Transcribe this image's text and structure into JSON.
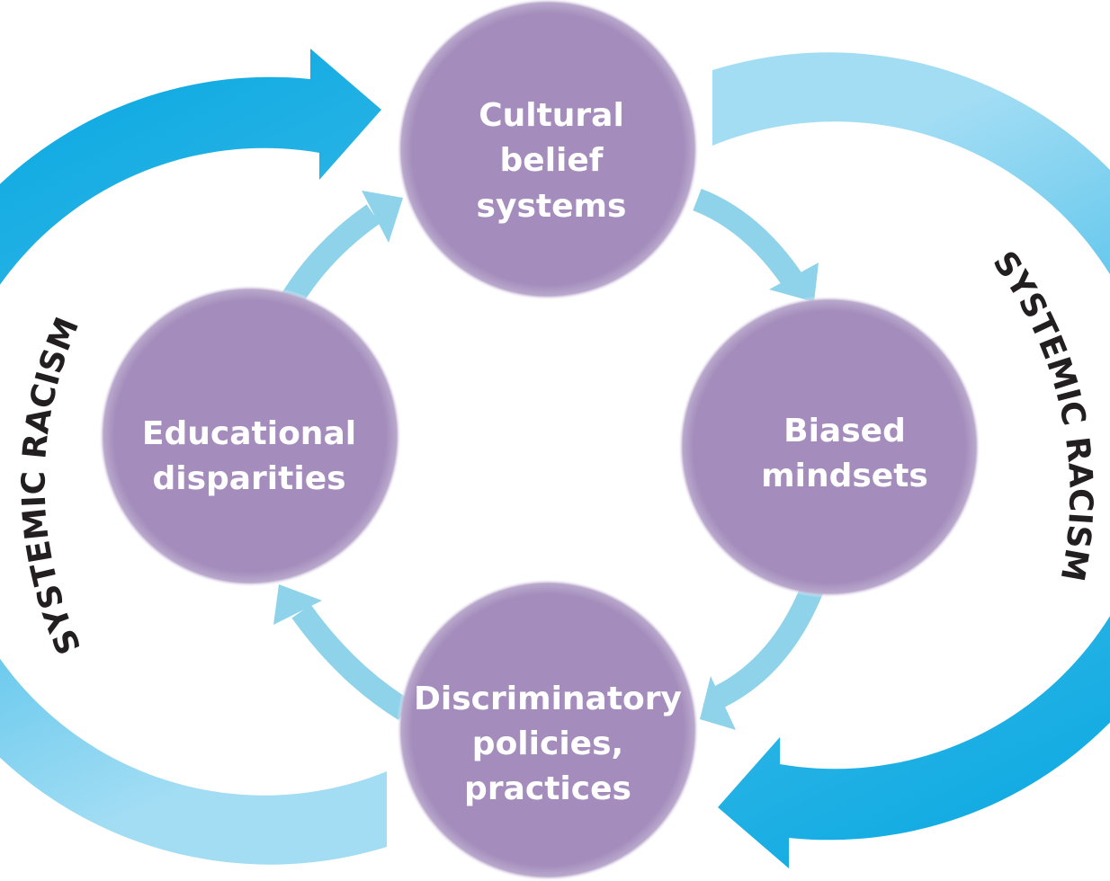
{
  "band_label_left": "SYSTEMIC RACISM",
  "band_label_right": "SYSTEMIC RACISM",
  "nodes": [
    {
      "id": "cultural",
      "lines": [
        "Cultural",
        "belief",
        "systems"
      ]
    },
    {
      "id": "biased",
      "lines": [
        "Biased",
        "mindsets"
      ]
    },
    {
      "id": "discriminatory",
      "lines": [
        "Discriminatory",
        "policies,",
        "practices"
      ]
    },
    {
      "id": "educational",
      "lines": [
        "Educational",
        "disparities"
      ]
    }
  ],
  "colors": {
    "node_fill": "#a48dbc",
    "band_dark": "#00a6e0",
    "band_light": "#a2ddf4",
    "inner_arrow": "#8fd3ea",
    "band_text": "#231f20"
  }
}
